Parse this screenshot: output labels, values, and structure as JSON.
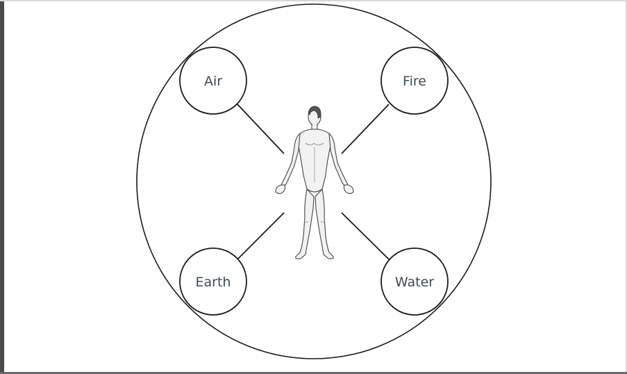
{
  "elements": {
    "top_left": "Air",
    "top_right": "Fire",
    "bottom_left": "Earth",
    "bottom_right": "Water"
  }
}
